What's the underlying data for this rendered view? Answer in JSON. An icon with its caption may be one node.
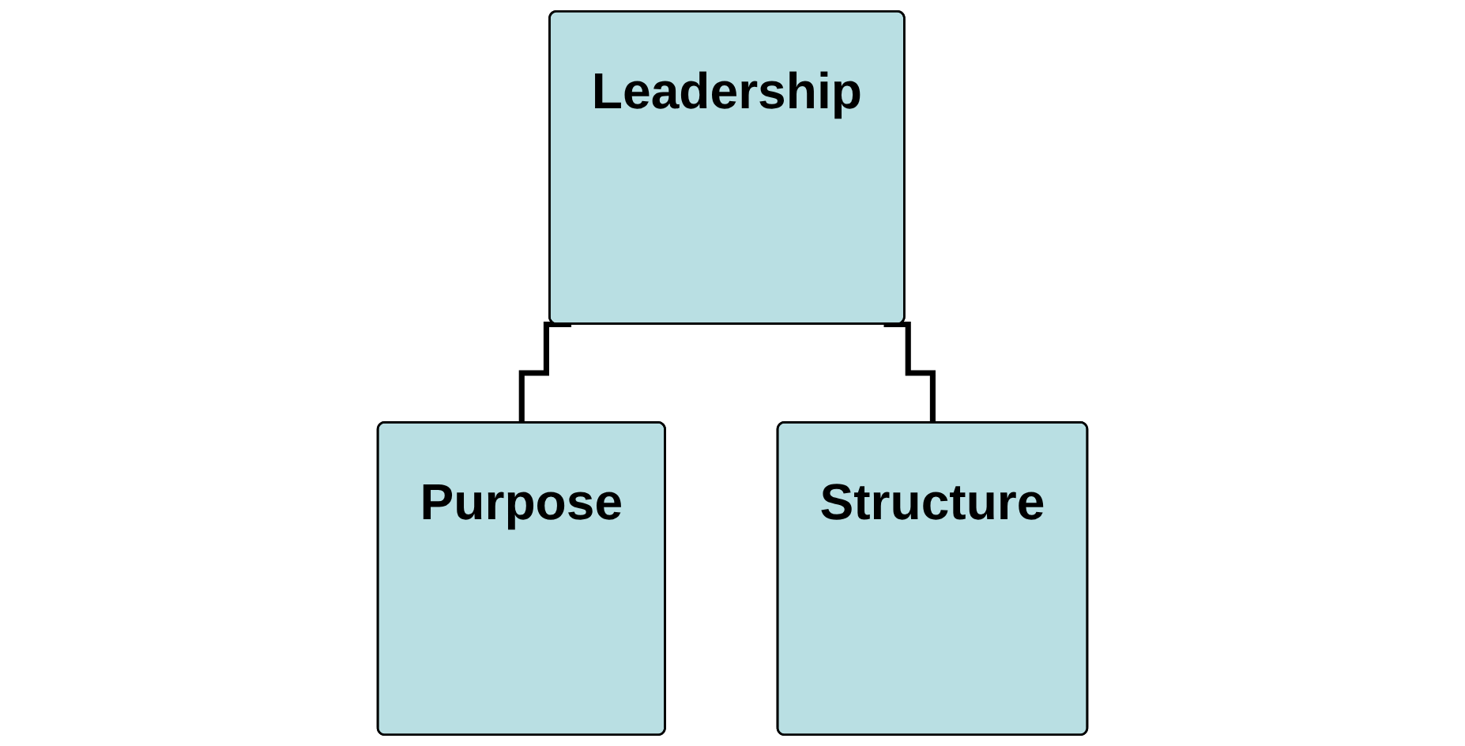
{
  "diagram": {
    "nodes": [
      {
        "text": [
          "Leadership"
        ]
      },
      {
        "text": [
          "Purpose"
        ]
      },
      {
        "text": [
          "Structure"
        ]
      }
    ],
    "edges": [
      {
        "from": 0,
        "to": 1,
        "arrow": "none"
      },
      {
        "from": 0,
        "to": 2,
        "arrow": "none"
      }
    ]
  }
}
